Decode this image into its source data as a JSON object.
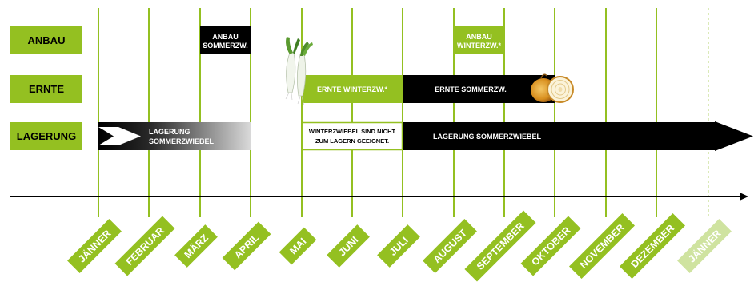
{
  "colors": {
    "green": "#94c021",
    "light_green": "#cfe3a0",
    "black": "#000000",
    "white": "#ffffff"
  },
  "rows": {
    "anbau": "ANBAU",
    "ernte": "ERNTE",
    "lagerung": "LAGERUNG"
  },
  "bars": {
    "anbau_sommer": [
      "ANBAU",
      "SOMMERZW."
    ],
    "anbau_winter": [
      "ANBAU",
      "WINTERZW.*"
    ],
    "ernte_winter": "ERNTE WINTERZW.*",
    "ernte_sommer": "ERNTE SOMMERZW.",
    "lagerung_fade": [
      "LAGERUNG",
      "SOMMERZWIEBEL"
    ],
    "winter_note": [
      "WINTERZWIEBEL SIND NICHT",
      "ZUM LAGERN GEEIGNET."
    ],
    "lagerung_sommer": "LAGERUNG SOMMERZWIEBEL"
  },
  "months": [
    "JÄNNER",
    "FEBRUAR",
    "MÄRZ",
    "APRIL",
    "MAI",
    "JUNI",
    "JULI",
    "AUGUST",
    "SEPTEMBER",
    "OKTOBER",
    "NOVEMBER",
    "DEZEMBER",
    "JÄNNER"
  ],
  "icons": {
    "spring_onion": "spring-onion-icon",
    "onion": "onion-icon"
  }
}
